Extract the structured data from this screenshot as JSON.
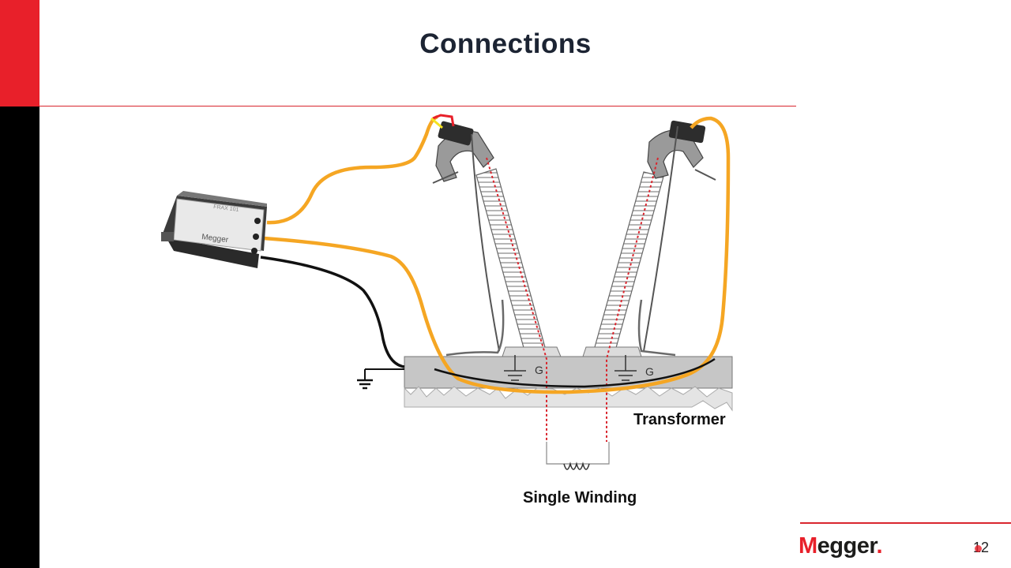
{
  "slide": {
    "title": "Connections",
    "page_number": "12"
  },
  "brand": {
    "first_letter": "M",
    "rest": "egger",
    "dot": ".",
    "accent_color": "#e8202a"
  },
  "diagram": {
    "transformer_label": "Transformer",
    "winding_label": "Single Winding",
    "ground_label_left": "G",
    "ground_label_right": "G",
    "device_brand": "Megger",
    "device_model": "FRAX 101"
  },
  "colors": {
    "sidebar_red": "#e8202a",
    "sidebar_black": "#000000",
    "cable_orange": "#f5a623",
    "cable_black": "#111111",
    "winding_dotted": "#d9262e"
  }
}
